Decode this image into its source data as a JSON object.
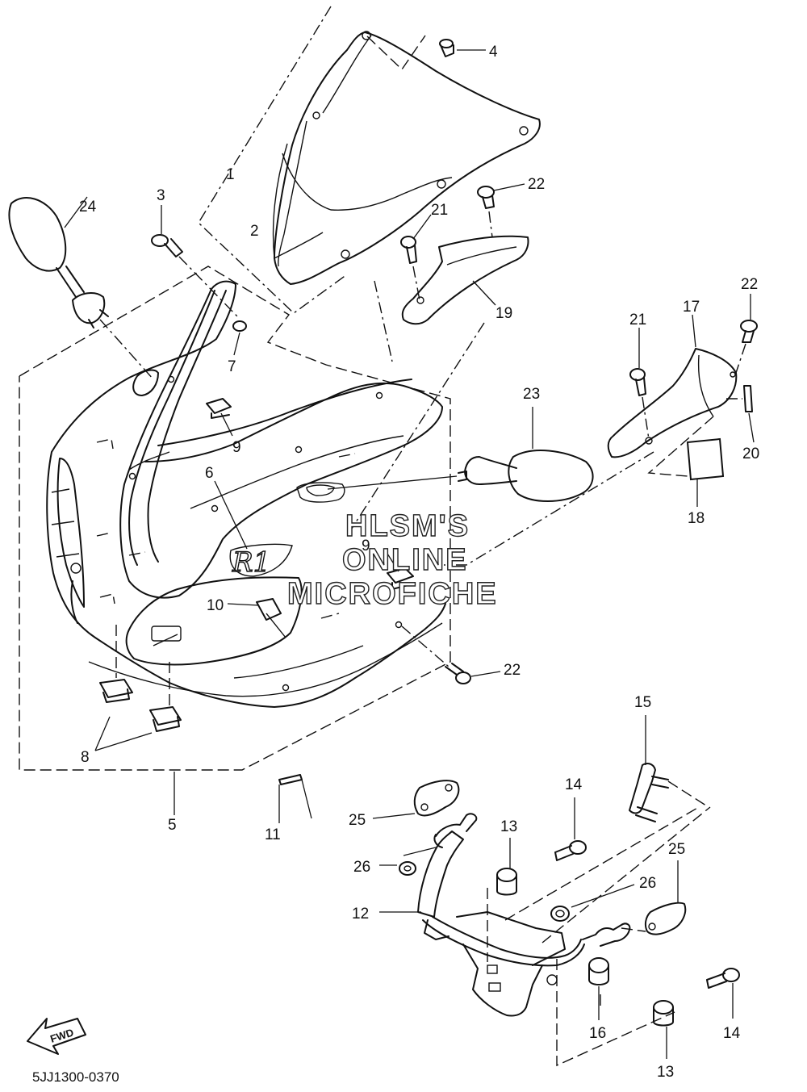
{
  "diagram": {
    "drawing_code": "5JJ1300-0370",
    "watermark": [
      "HLSM'S",
      "ONLINE",
      "MICROFICHE"
    ],
    "direction_label": "FWD",
    "emblem_text": "R1",
    "callouts": [
      "24",
      "3",
      "1",
      "2",
      "4",
      "22",
      "21",
      "19",
      "7",
      "9",
      "6",
      "22",
      "17",
      "21",
      "20",
      "23",
      "18",
      "9",
      "10",
      "22",
      "8",
      "5",
      "11",
      "15",
      "14",
      "25",
      "13",
      "26",
      "26",
      "25",
      "12",
      "16",
      "14",
      "13"
    ],
    "colors": {
      "ink": "#111111",
      "paper": "#ffffff"
    }
  }
}
